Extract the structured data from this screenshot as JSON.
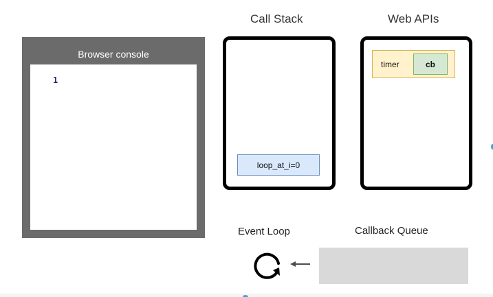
{
  "console": {
    "title": "Browser console",
    "lines": [
      "1"
    ]
  },
  "call_stack": {
    "title": "Call Stack",
    "frames": [
      "loop_at_i=0"
    ]
  },
  "web_apis": {
    "title": "Web APIs",
    "timer_label": "timer",
    "callback_label": "cb"
  },
  "event_loop": {
    "title": "Event Loop",
    "icon": "refresh-loop-icon"
  },
  "callback_queue": {
    "title": "Callback Queue",
    "items": []
  },
  "colors": {
    "console_frame": "#6b6b6b",
    "stack_frame_fill": "#dae8fc",
    "timer_fill": "#fff2cc",
    "callback_fill": "#d5e8d4",
    "queue_fill": "#d9d9d9"
  }
}
